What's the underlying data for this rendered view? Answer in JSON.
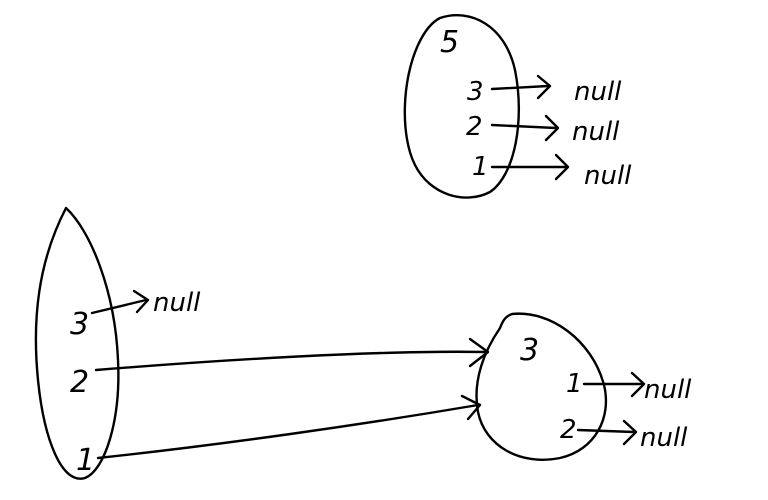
{
  "top_node": {
    "label": "5",
    "entries": [
      {
        "key": "3",
        "target": "null"
      },
      {
        "key": "2",
        "target": "null"
      },
      {
        "key": "1",
        "target": "null"
      }
    ]
  },
  "left_node": {
    "entries": [
      {
        "key": "3",
        "target": "null"
      },
      {
        "key": "2"
      },
      {
        "key": "1"
      }
    ]
  },
  "right_node": {
    "label": "3",
    "entries": [
      {
        "key": "1",
        "target": "null"
      },
      {
        "key": "2",
        "target": "null"
      }
    ]
  }
}
